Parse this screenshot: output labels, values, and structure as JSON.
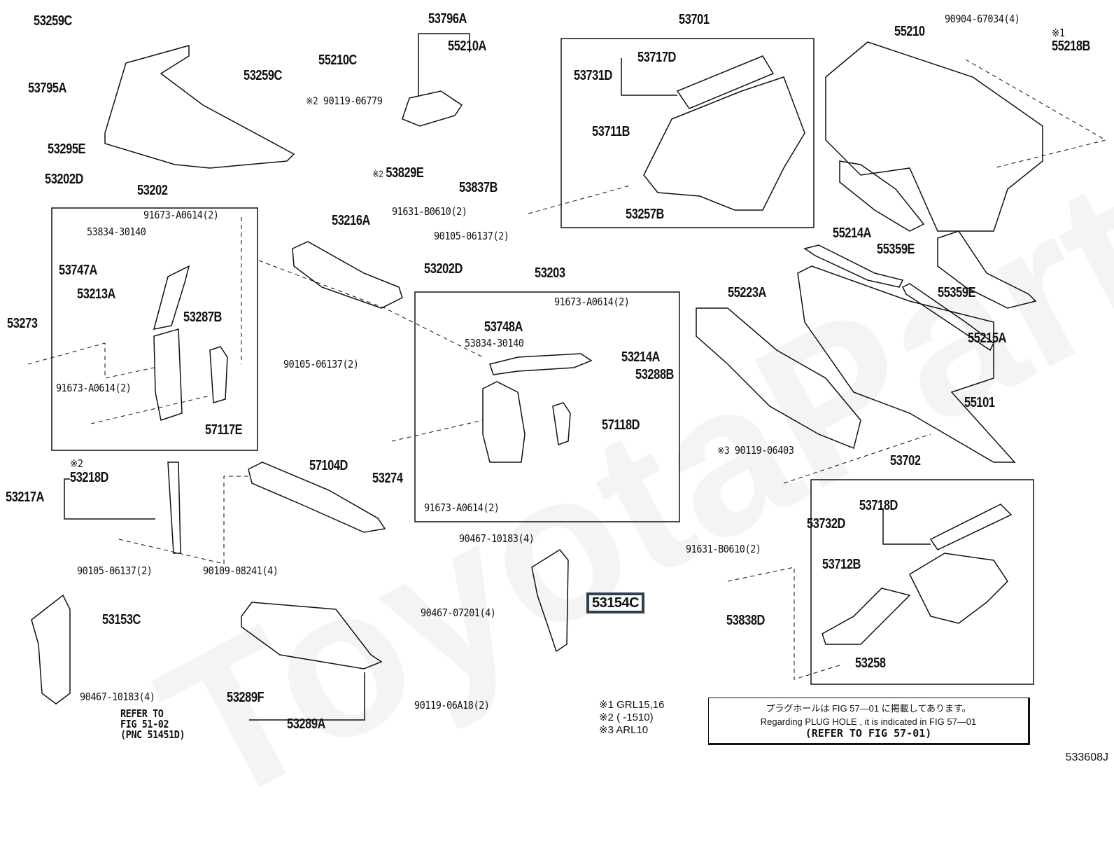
{
  "figure_id": "533608J",
  "watermark": "ToyotaPartsMine",
  "groups": {
    "g53202": "53202",
    "g53203": "53203",
    "g53701": "53701",
    "g53702": "53702",
    "g53796A": "53796A",
    "g53217A": "53217A",
    "g53289A": "53289A"
  },
  "labels": {
    "p53259C_1": "53259C",
    "p53259C_2": "53259C",
    "p53795A": "53795A",
    "p53295E": "53295E",
    "p53202D_1": "53202D",
    "p53202": "53202",
    "p91673_1": "91673-A0614(2)",
    "p53834_1": "53834-30140",
    "p53747A": "53747A",
    "p53213A": "53213A",
    "p53287B": "53287B",
    "p53273": "53273",
    "p91673_2": "91673-A0614(2)",
    "p57117E": "57117E",
    "p53796A": "53796A",
    "p55210C": "55210C",
    "p55210A": "55210A",
    "p90119_06779": "90119-06779",
    "p53829E": "53829E",
    "p53837B": "53837B",
    "p91631_1": "91631-B0610(2)",
    "p53216A": "53216A",
    "p90105_1": "90105-06137(2)",
    "p90105_2": "90105-06137(2)",
    "p53202D_2": "53202D",
    "p53203": "53203",
    "p91673_3": "91673-A0614(2)",
    "p53748A": "53748A",
    "p53834_2": "53834-30140",
    "p53214A": "53214A",
    "p53288B": "53288B",
    "p57118D": "57118D",
    "p53274": "53274",
    "p91673_4": "91673-A0614(2)",
    "p53701": "53701",
    "p53717D": "53717D",
    "p53731D": "53731D",
    "p53711B": "53711B",
    "p53257B": "53257B",
    "p55210": "55210",
    "p90904": "90904-67034(4)",
    "p55218B": "55218B",
    "p55214A": "55214A",
    "p55359E_1": "55359E",
    "p55359E_2": "55359E",
    "p55223A": "55223A",
    "p55215A": "55215A",
    "p55101": "55101",
    "p90119_06403": "90119-06403",
    "p53702": "53702",
    "p53718D": "53718D",
    "p53732D": "53732D",
    "p53712B": "53712B",
    "p91631_2": "91631-B0610(2)",
    "p53838D": "53838D",
    "p53258": "53258",
    "p53218D": "53218D",
    "p53217A": "53217A",
    "p57104D": "57104D",
    "p90105_3": "90105-06137(2)",
    "p90109": "90109-08241(4)",
    "p53153C": "53153C",
    "p90467_1": "90467-10183(4)",
    "p53289F": "53289F",
    "p53289A": "53289A",
    "p90467_07201": "90467-07201(4)",
    "p90119_06A18": "90119-06A18(2)",
    "p90467_2": "90467-10183(4)",
    "p53154C": "53154C",
    "refer_to": "REFER TO",
    "refer_fig": "FIG 51-02",
    "refer_pnc": "(PNC 51451D)"
  },
  "marks": {
    "m1": "※1",
    "m2": "※2",
    "m3": "※3"
  },
  "footnotes": [
    {
      "mark": "※1",
      "text": "GRL15,16"
    },
    {
      "mark": "※2",
      "text": "(      -1510)"
    },
    {
      "mark": "※3",
      "text": "ARL10"
    }
  ],
  "plug_note": {
    "jp": "プラグホールは FIG 57—01 に掲載してあります。",
    "en": "Regarding  PLUG  HOLE , it is indicated in FIG 57—01",
    "ref": "(REFER TO FIG 57-01)"
  },
  "highlight_color": "#2f4150"
}
